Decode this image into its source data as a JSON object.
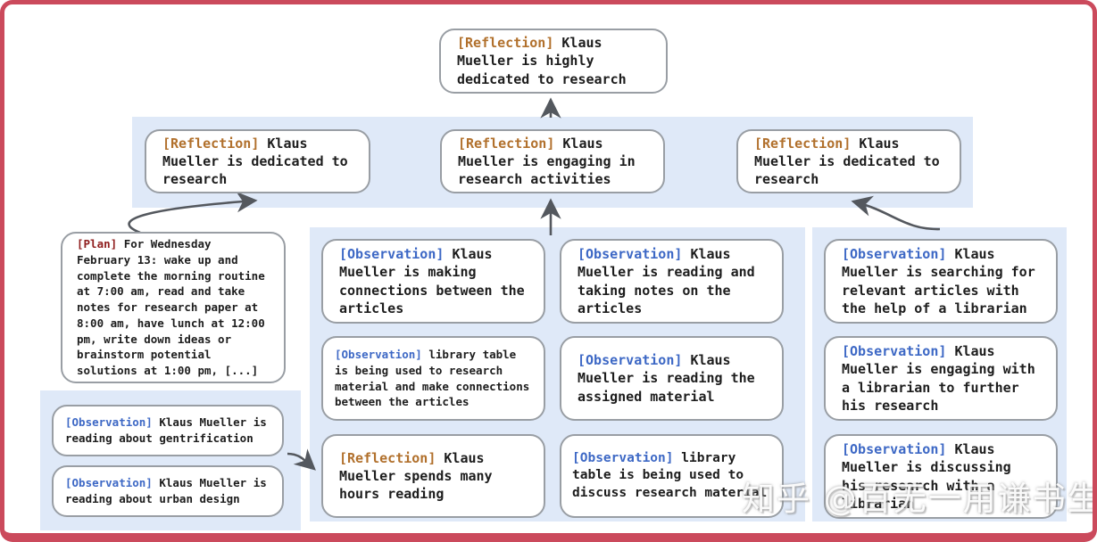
{
  "colors": {
    "frame": "#cb4a5c",
    "band": "#dfe9f8",
    "reflection": "#b1702c",
    "observation": "#3d68c5",
    "plan": "#8f1d1d",
    "arrow": "#54585e",
    "border": "#999ea4",
    "text": "#1d1d1d"
  },
  "boxes": {
    "top": {
      "tag": "[Reflection]",
      "text": "Klaus Mueller is highly dedicated to research"
    },
    "row2_left": {
      "tag": "[Reflection]",
      "text": "Klaus Mueller is dedicated to research"
    },
    "row2_center": {
      "tag": "[Reflection]",
      "text": "Klaus Mueller is engaging in research activities"
    },
    "row2_right": {
      "tag": "[Reflection]",
      "text": "Klaus Mueller is dedicated to research"
    },
    "plan": {
      "tag": "[Plan]",
      "text": "For Wednesday February 13: wake up and complete the morning routine at 7:00 am, read and take notes for research paper at 8:00 am, have lunch at 12:00 pm, write down ideas or brainstorm potential solutions at 1:00 pm, [...]"
    },
    "left_obs_1": {
      "tag": "[Observation]",
      "text": "Klaus Mueller is reading about gentrification"
    },
    "left_obs_2": {
      "tag": "[Observation]",
      "text": "Klaus Mueller is reading about urban design"
    },
    "mid_a1": {
      "tag": "[Observation]",
      "text": "Klaus Mueller is making connections between the articles"
    },
    "mid_a2": {
      "tag": "[Observation]",
      "text": "library table is being used to research material and make connections between the articles"
    },
    "mid_a3": {
      "tag": "[Reflection]",
      "text": "Klaus Mueller spends many hours reading"
    },
    "mid_b1": {
      "tag": "[Observation]",
      "text": "Klaus Mueller is reading and taking notes on the articles"
    },
    "mid_b2": {
      "tag": "[Observation]",
      "text": "Klaus Mueller is reading the assigned material"
    },
    "mid_b3": {
      "tag": "[Observation]",
      "text": "library table is being used to discuss research material"
    },
    "right_1": {
      "tag": "[Observation]",
      "text": "Klaus Mueller is searching for relevant articles with the help of a librarian"
    },
    "right_2": {
      "tag": "[Observation]",
      "text": "Klaus Mueller is engaging with a librarian to further his research"
    },
    "right_3": {
      "tag": "[Observation]",
      "text": "Klaus Mueller is discussing his research with a librarian"
    }
  },
  "watermark": "知乎 @百无一用谦书生"
}
